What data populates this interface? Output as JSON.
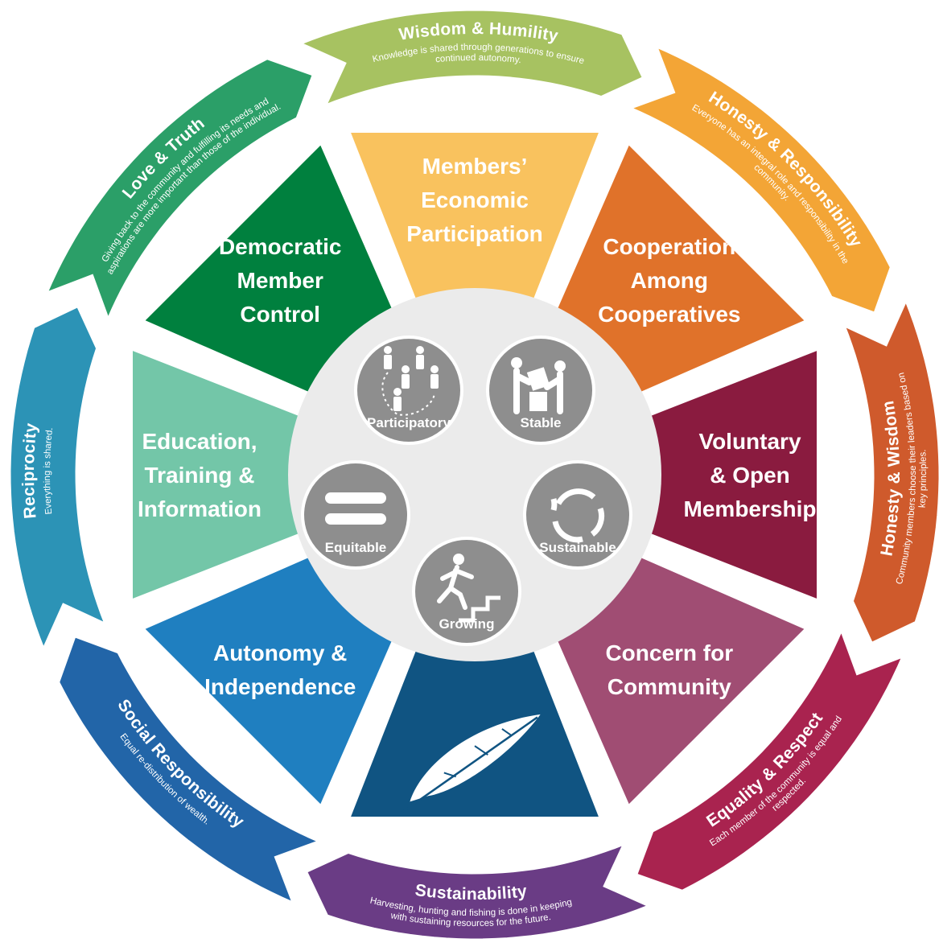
{
  "segments": [
    {
      "id": "members-economic-participation",
      "lines": [
        "Members’",
        "Economic",
        "Participation"
      ],
      "color": "#f9c25e"
    },
    {
      "id": "cooperation-among-cooperatives",
      "lines": [
        "Cooperation",
        "Among",
        "Cooperatives"
      ],
      "color": "#e0722a"
    },
    {
      "id": "voluntary-open-membership",
      "lines": [
        "Voluntary",
        "& Open",
        "Membership"
      ],
      "color": "#8a1b3f"
    },
    {
      "id": "concern-for-community",
      "lines": [
        "Concern for",
        "Community"
      ],
      "color": "#a04d73"
    },
    {
      "id": "feather",
      "lines": [],
      "color": "#105482"
    },
    {
      "id": "autonomy-independence",
      "lines": [
        "Autonomy &",
        "Independence"
      ],
      "color": "#1f7fc0"
    },
    {
      "id": "education-training-information",
      "lines": [
        "Education,",
        "Training &",
        "Information"
      ],
      "color": "#73c6a8"
    },
    {
      "id": "democratic-member-control",
      "lines": [
        "Democratic",
        "Member",
        "Control"
      ],
      "color": "#00803e"
    }
  ],
  "values": [
    {
      "id": "participatory",
      "label": "Participatory",
      "icon": "people-path-icon"
    },
    {
      "id": "stable",
      "label": "Stable",
      "icon": "building-blocks-icon"
    },
    {
      "id": "sustainable",
      "label": "Sustainable",
      "icon": "cycle-arrows-icon"
    },
    {
      "id": "growing",
      "label": "Growing",
      "icon": "climbing-stairs-icon"
    },
    {
      "id": "equitable",
      "label": "Equitable",
      "icon": "equals-icon"
    }
  ],
  "teachings": [
    {
      "id": "wisdom-humility",
      "title": "Wisdom & Humility",
      "desc": [
        "Knowledge is shared through generations to ensure",
        "continued autonomy."
      ],
      "color": "#a7c261"
    },
    {
      "id": "honesty-responsibility",
      "title": "Honesty & Responsibility",
      "desc": [
        "Everyone has an integral role and responsibility in the",
        "community."
      ],
      "color": "#f3a536"
    },
    {
      "id": "honesty-wisdom",
      "title": "Honesty & Wisdom",
      "desc": [
        "Community members choose their leaders based on",
        "key principles."
      ],
      "color": "#cf5a2c"
    },
    {
      "id": "equality-respect",
      "title": "Equality & Respect",
      "desc": [
        "Each member of the community is equal and",
        "respected."
      ],
      "color": "#a9234f"
    },
    {
      "id": "sustainability",
      "title": "Sustainability",
      "desc": [
        "Harvesting, hunting and fishing is done in keeping",
        "with sustaining resources for the future."
      ],
      "color": "#6a3c85"
    },
    {
      "id": "social-responsibility",
      "title": "Social Responsibility",
      "desc": [
        "Equal re-distribution of wealth."
      ],
      "color": "#2265a8"
    },
    {
      "id": "reciprocity",
      "title": "Reciprocity",
      "desc": [
        "Everything is shared."
      ],
      "color": "#2c93b6"
    },
    {
      "id": "love-truth",
      "title": "Love & Truth",
      "desc": [
        "Giving back to the community and fulfilling its needs and",
        "aspirations are more important than those of the individual."
      ],
      "color": "#2b9f68"
    }
  ],
  "colors": {
    "center": "#ebebeb",
    "value_circle": "#8e8e8e",
    "background": "#ffffff"
  }
}
